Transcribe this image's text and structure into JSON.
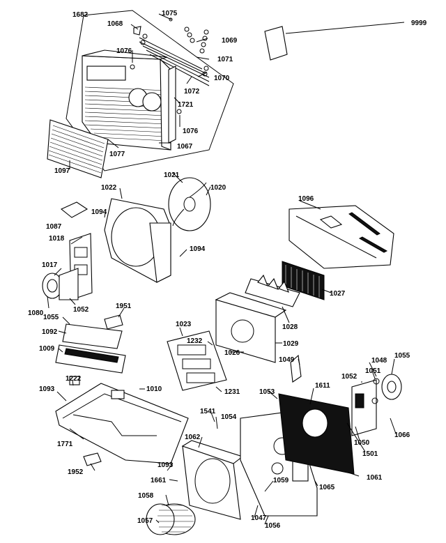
{
  "diagram": {
    "labels": {
      "l1682": "1682",
      "l1068": "1068",
      "l1075": "1075",
      "l9999": "9999",
      "l1069": "1069",
      "l1076a": "1076",
      "l1071": "1071",
      "l1072": "1072",
      "l1070": "1070",
      "l1721": "1721",
      "l1076b": "1076",
      "l1077": "1077",
      "l1067": "1067",
      "l1097": "1097",
      "l1021": "1021",
      "l1020": "1020",
      "l1022": "1022",
      "l1094a": "1094",
      "l1087": "1087",
      "l1018": "1018",
      "l1094b": "1094",
      "l1017": "1017",
      "l1052a": "1052",
      "l1080": "1080",
      "l1096": "1096",
      "l1027": "1027",
      "l1028": "1028",
      "l1951": "1951",
      "l1055a": "1055",
      "l1092": "1092",
      "l1009": "1009",
      "l1023": "1023",
      "l1232": "1232",
      "l1026": "1026",
      "l1029": "1029",
      "l1049": "1049",
      "l1048": "1048",
      "l1055b": "1055",
      "l1051": "1051",
      "l1052b": "1052",
      "l1222": "1222",
      "l1093a": "1093",
      "l1010": "1010",
      "l1231": "1231",
      "l1053": "1053",
      "l1611": "1611",
      "l1541": "1541",
      "l1054": "1054",
      "l1771": "1771",
      "l1062": "1062",
      "l1050": "1050",
      "l1066": "1066",
      "l1501": "1501",
      "l1093b": "1093",
      "l1061": "1061",
      "l1952": "1952",
      "l1661": "1661",
      "l1059": "1059",
      "l1065": "1065",
      "l1058": "1058",
      "l1047": "1047",
      "l1057": "1057",
      "l1056": "1056"
    }
  }
}
